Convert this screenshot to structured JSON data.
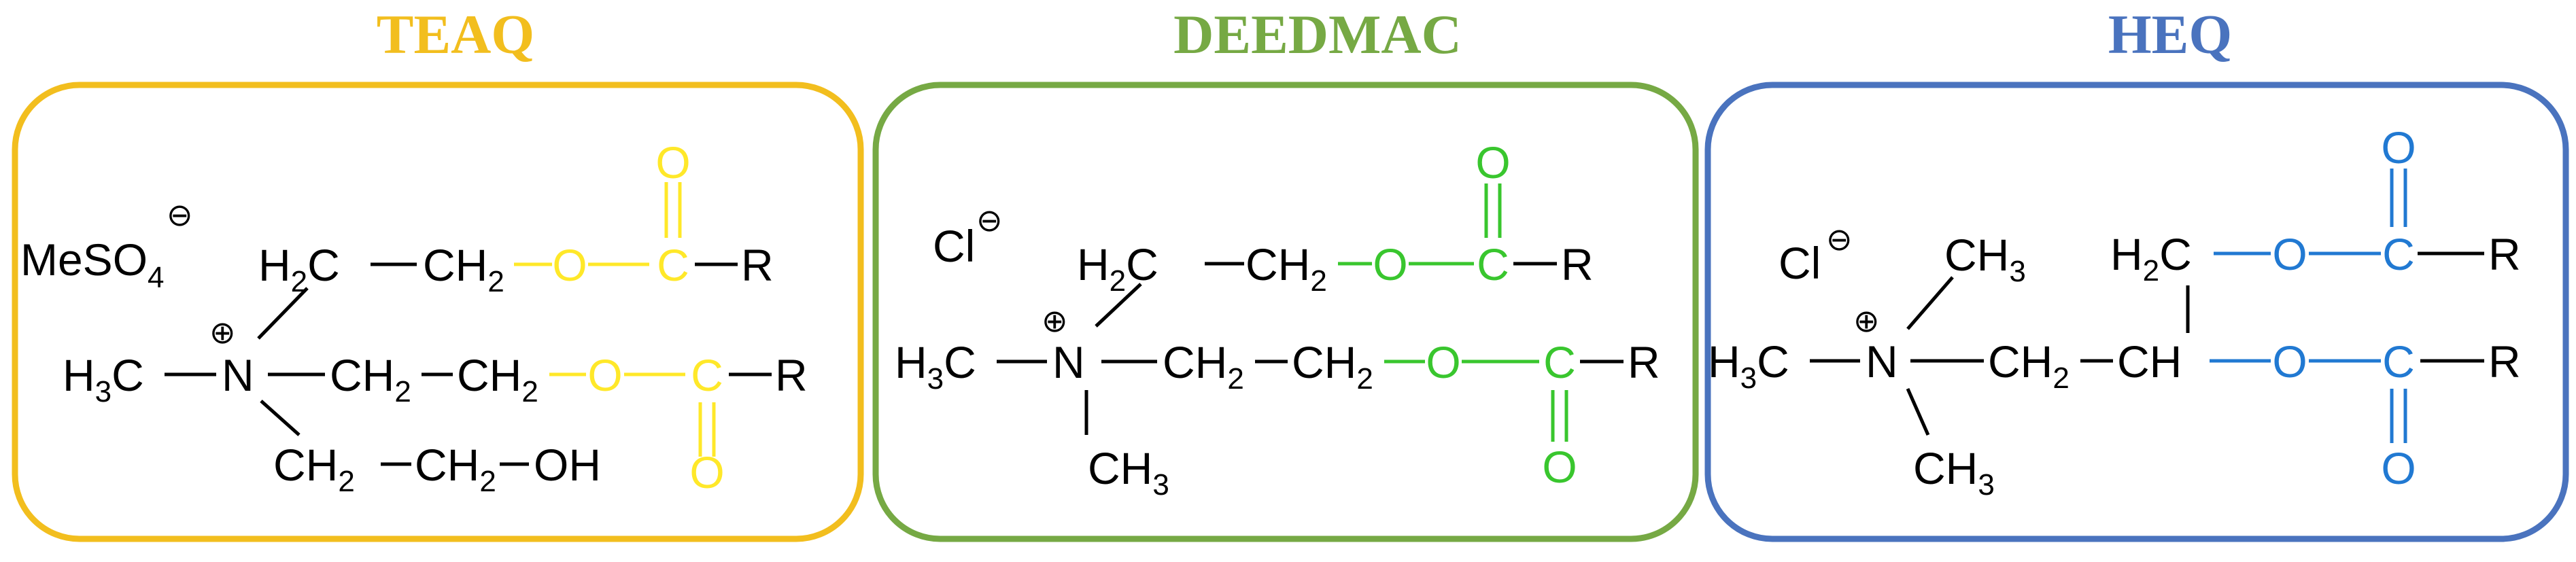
{
  "colors": {
    "teaq": "#F2BE1E",
    "deedmac": "#76A944",
    "heq": "#4A73BE",
    "ester_yellow": "#FFE829",
    "ester_green": "#39C62E",
    "ester_blue": "#2179D2",
    "bond": "#000000"
  },
  "panels": [
    {
      "title": "TEAQ",
      "counterion": {
        "base": "MeSO",
        "sub": "4",
        "charge": "⊖"
      },
      "center": {
        "methyl": {
          "base": "H",
          "sub": "3",
          "tail": "C"
        },
        "atom": "N",
        "charge": "⊕"
      },
      "chain1": {
        "a": {
          "base": "H",
          "sub": "2",
          "tail": "C"
        },
        "b": {
          "base": "CH",
          "sub": "2"
        },
        "o": "O",
        "c": "C",
        "co": "O",
        "r": "R"
      },
      "chain2": {
        "a": {
          "base": "CH",
          "sub": "2"
        },
        "b": {
          "base": "CH",
          "sub": "2"
        },
        "o": "O",
        "c": "C",
        "co": "O",
        "r": "R"
      },
      "chain3": {
        "a": {
          "base": "CH",
          "sub": "2"
        },
        "b": {
          "base": "CH",
          "sub": "2"
        },
        "end": "OH"
      }
    },
    {
      "title": "DEEDMAC",
      "counterion": {
        "base": "Cl",
        "charge": "⊖"
      },
      "center": {
        "methyl": {
          "base": "H",
          "sub": "3",
          "tail": "C"
        },
        "atom": "N",
        "charge": "⊕",
        "methyl_down": {
          "base": "CH",
          "sub": "3"
        }
      },
      "chain1": {
        "a": {
          "base": "H",
          "sub": "2",
          "tail": "C"
        },
        "b": {
          "base": "CH",
          "sub": "2"
        },
        "o": "O",
        "c": "C",
        "co": "O",
        "r": "R"
      },
      "chain2": {
        "a": {
          "base": "CH",
          "sub": "2"
        },
        "b": {
          "base": "CH",
          "sub": "2"
        },
        "o": "O",
        "c": "C",
        "co": "O",
        "r": "R"
      }
    },
    {
      "title": "HEQ",
      "counterion": {
        "base": "Cl",
        "charge": "⊖"
      },
      "center": {
        "methyl": {
          "base": "H",
          "sub": "3",
          "tail": "C"
        },
        "atom": "N",
        "charge": "⊕",
        "methyl_up": {
          "base": "CH",
          "sub": "3"
        },
        "methyl_down": {
          "base": "CH",
          "sub": "3"
        }
      },
      "chain1": {
        "a": {
          "base": "H",
          "sub": "2",
          "tail": "C"
        },
        "o": "O",
        "c": "C",
        "co": "O",
        "r": "R"
      },
      "chain2": {
        "a": {
          "base": "CH",
          "sub": "2"
        },
        "b": {
          "base": "CH"
        },
        "o": "O",
        "c": "C",
        "co": "O",
        "r": "R"
      }
    }
  ]
}
